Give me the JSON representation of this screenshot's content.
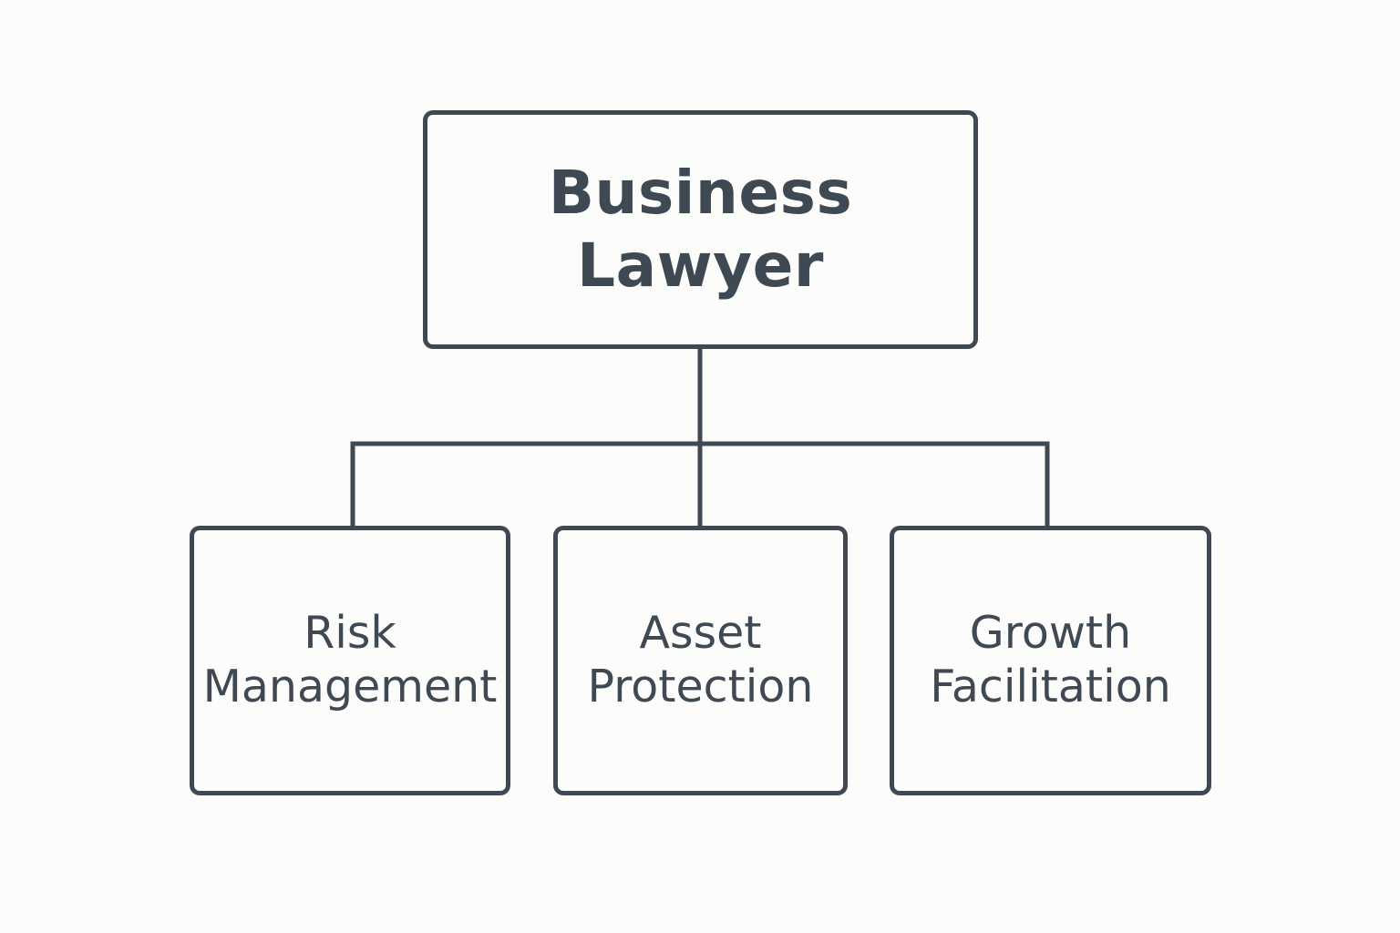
{
  "diagram": {
    "root": {
      "line1": "Business",
      "line2": "Lawyer"
    },
    "children": [
      {
        "line1": "Risk",
        "line2": "Management"
      },
      {
        "line1": "Asset",
        "line2": "Protection"
      },
      {
        "line1": "Growth",
        "line2": "Facilitation"
      }
    ]
  },
  "colors": {
    "stroke": "#3e4953",
    "text": "#3e4953",
    "background": "#fcfcfa"
  }
}
